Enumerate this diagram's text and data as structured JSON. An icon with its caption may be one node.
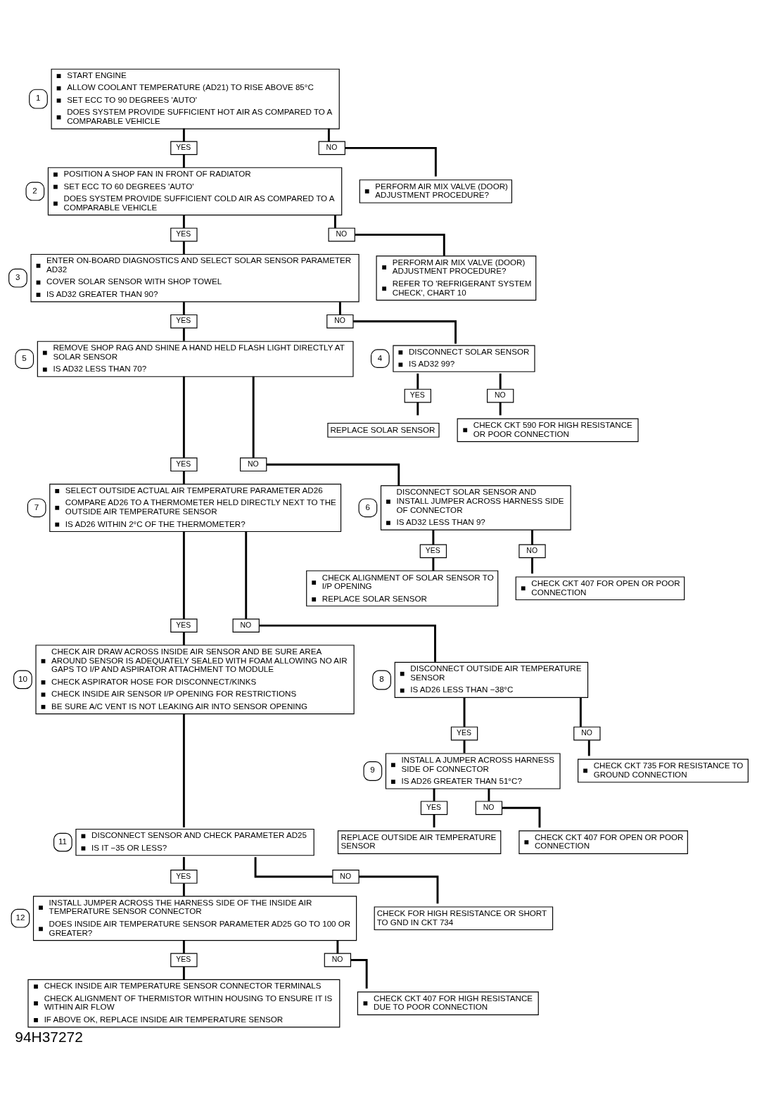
{
  "diagram": {
    "caption": "94H37272",
    "nodes": [
      {
        "text": [
          "START ENGINE",
          "ALLOW COOLANT TEMPERATURE (AD21) TO RISE ABOVE 85°C",
          "SET ECC TO 90 DEGREES 'AUTO'",
          "DOES SYSTEM PROVIDE SUFFICIENT HOT AIR AS COMPARED TO A COMPARABLE VEHICLE"
        ],
        "beside": [
          "1"
        ]
      },
      {
        "text": [
          "YES"
        ]
      },
      {
        "text": [
          "NO"
        ]
      },
      {
        "text": [
          "POSITION A SHOP FAN IN FRONT OF RADIATOR",
          "SET ECC TO 60 DEGREES 'AUTO'",
          "DOES SYSTEM PROVIDE SUFFICIENT COLD AIR AS COMPARED TO A COMPARABLE VEHICLE"
        ],
        "beside": [
          "2"
        ]
      },
      {
        "text": [
          "PERFORM AIR MIX VALVE (DOOR) ADJUSTMENT PROCEDURE?"
        ]
      },
      {
        "text": [
          "YES"
        ]
      },
      {
        "text": [
          "NO"
        ]
      },
      {
        "text": [
          "ENTER ON-BOARD DIAGNOSTICS AND SELECT SOLAR SENSOR PARAMETER AD32",
          "COVER SOLAR SENSOR WITH SHOP TOWEL",
          "IS AD32 GREATER THAN 90?"
        ],
        "beside": [
          "3"
        ]
      },
      {
        "text": [
          "PERFORM AIR MIX VALVE (DOOR) ADJUSTMENT PROCEDURE?",
          "REFER TO 'REFRIGERANT SYSTEM CHECK', CHART 10"
        ]
      },
      {
        "text": [
          "YES"
        ]
      },
      {
        "text": [
          "NO"
        ]
      },
      {
        "text": [
          "REMOVE SHOP RAG AND SHINE A HAND HELD FLASH LIGHT DIRECTLY AT SOLAR SENSOR",
          "IS AD32 LESS THAN 70?"
        ],
        "beside": [
          "5"
        ]
      },
      {
        "text": [
          "DISCONNECT SOLAR SENSOR",
          "IS AD32 99?"
        ],
        "beside": [
          "4"
        ]
      },
      {
        "text": [
          "YES"
        ]
      },
      {
        "text": [
          "NO"
        ]
      },
      {
        "text": [
          "REPLACE SOLAR SENSOR"
        ]
      },
      {
        "text": [
          "CHECK CKT 590 FOR HIGH RESISTANCE OR POOR CONNECTION"
        ]
      },
      {
        "text": [
          "YES"
        ]
      },
      {
        "text": [
          "NO"
        ]
      },
      {
        "text": [
          "SELECT OUTSIDE ACTUAL AIR TEMPERATURE PARAMETER AD26",
          "COMPARE AD26 TO A THERMOMETER HELD DIRECTLY NEXT TO THE OUTSIDE AIR TEMPERATURE SENSOR",
          "IS AD26 WITHIN 2°C OF THE THERMOMETER?"
        ],
        "beside": [
          "7"
        ]
      },
      {
        "text": [
          "DISCONNECT SOLAR SENSOR AND INSTALL JUMPER ACROSS HARNESS SIDE OF CONNECTOR",
          "IS AD32 LESS THAN 9?"
        ],
        "beside": [
          "6"
        ]
      },
      {
        "text": [
          "YES"
        ]
      },
      {
        "text": [
          "NO"
        ]
      },
      {
        "text": [
          "CHECK ALIGNMENT OF SOLAR SENSOR TO I/P OPENING",
          "REPLACE SOLAR SENSOR"
        ]
      },
      {
        "text": [
          "CHECK CKT 407 FOR OPEN OR POOR CONNECTION"
        ]
      },
      {
        "text": [
          "YES"
        ]
      },
      {
        "text": [
          "NO"
        ]
      },
      {
        "text": [
          "CHECK AIR DRAW ACROSS INSIDE AIR SENSOR AND BE SURE AREA AROUND SENSOR IS ADEQUATELY SEALED WITH FOAM ALLOWING NO AIR GAPS TO I/P AND ASPIRATOR ATTACHMENT TO MODULE",
          "CHECK ASPIRATOR HOSE FOR DISCONNECT/KINKS",
          "CHECK INSIDE AIR SENSOR I/P OPENING FOR RESTRICTIONS",
          "BE SURE A/C VENT IS NOT LEAKING AIR INTO SENSOR OPENING"
        ],
        "beside": [
          "10"
        ]
      },
      {
        "text": [
          "DISCONNECT OUTSIDE AIR TEMPERATURE SENSOR",
          "IS AD26 LESS THAN −38°C"
        ],
        "beside": [
          "8"
        ]
      },
      {
        "text": [
          "YES"
        ]
      },
      {
        "text": [
          "NO"
        ]
      },
      {
        "text": [
          "INSTALL A JUMPER ACROSS HARNESS SIDE OF CONNECTOR",
          "IS AD26 GREATER THAN 51°C?"
        ],
        "beside": [
          "9"
        ]
      },
      {
        "text": [
          "CHECK CKT 735 FOR RESISTANCE TO GROUND CONNECTION"
        ]
      },
      {
        "text": [
          "YES"
        ]
      },
      {
        "text": [
          "NO"
        ]
      },
      {
        "text": [
          "DISCONNECT SENSOR AND CHECK PARAMETER AD25",
          "IS IT −35 OR LESS?"
        ],
        "beside": [
          "11"
        ]
      },
      {
        "text": [
          "REPLACE OUTSIDE AIR TEMPERATURE SENSOR"
        ]
      },
      {
        "text": [
          "CHECK CKT 407 FOR OPEN OR POOR CONNECTION"
        ]
      },
      {
        "text": [
          "YES"
        ]
      },
      {
        "text": [
          "NO"
        ]
      },
      {
        "text": [
          "INSTALL JUMPER ACROSS THE HARNESS SIDE OF THE INSIDE AIR TEMPERATURE SENSOR CONNECTOR",
          "DOES INSIDE AIR TEMPERATURE SENSOR PARAMETER AD25 GO TO 100 OR GREATER?"
        ],
        "beside": [
          "12"
        ]
      },
      {
        "text": [
          "CHECK FOR HIGH RESISTANCE OR SHORT TO GND IN CKT 734"
        ]
      },
      {
        "text": [
          "YES"
        ]
      },
      {
        "text": [
          "NO"
        ]
      },
      {
        "text": [
          "CHECK INSIDE AIR TEMPERATURE SENSOR CONNECTOR TERMINALS",
          "CHECK ALIGNMENT OF THERMISTOR WITHIN HOUSING TO ENSURE IT IS WITHIN AIR FLOW",
          "IF ABOVE OK, REPLACE INSIDE AIR TEMPERATURE SENSOR"
        ]
      },
      {
        "text": [
          "CHECK CKT 407 FOR HIGH RESISTANCE DUE TO POOR CONNECTION"
        ]
      }
    ],
    "edges": [
      {
        "from": 0,
        "to": 1,
        "arrow": "none"
      },
      {
        "from": 0,
        "to": 2,
        "arrow": "none"
      },
      {
        "from": 1,
        "to": 3,
        "arrow": "none"
      },
      {
        "from": 2,
        "to": 4,
        "arrow": "none"
      },
      {
        "from": 3,
        "to": 5,
        "arrow": "none"
      },
      {
        "from": 3,
        "to": 6,
        "arrow": "none"
      },
      {
        "from": 5,
        "to": 7,
        "arrow": "none"
      },
      {
        "from": 6,
        "to": 8,
        "arrow": "none"
      },
      {
        "from": 7,
        "to": 9,
        "arrow": "none"
      },
      {
        "from": 7,
        "to": 10,
        "arrow": "none"
      },
      {
        "from": 9,
        "to": 11,
        "arrow": "none"
      },
      {
        "from": 10,
        "to": 12,
        "arrow": "none"
      },
      {
        "from": 12,
        "to": 13,
        "arrow": "none"
      },
      {
        "from": 12,
        "to": 14,
        "arrow": "none"
      },
      {
        "from": 13,
        "to": 15,
        "arrow": "none"
      },
      {
        "from": 14,
        "to": 16,
        "arrow": "none"
      },
      {
        "from": 11,
        "to": 17,
        "arrow": "none"
      },
      {
        "from": 11,
        "to": 18,
        "arrow": "none"
      },
      {
        "from": 17,
        "to": 19,
        "arrow": "none"
      },
      {
        "from": 18,
        "to": 20,
        "arrow": "none"
      },
      {
        "from": 20,
        "to": 21,
        "arrow": "none"
      },
      {
        "from": 20,
        "to": 22,
        "arrow": "none"
      },
      {
        "from": 21,
        "to": 23,
        "arrow": "none"
      },
      {
        "from": 22,
        "to": 24,
        "arrow": "none"
      },
      {
        "from": 19,
        "to": 25,
        "arrow": "none"
      },
      {
        "from": 19,
        "to": 26,
        "arrow": "none"
      },
      {
        "from": 25,
        "to": 27,
        "arrow": "none"
      },
      {
        "from": 26,
        "to": 28,
        "arrow": "none"
      },
      {
        "from": 28,
        "to": 29,
        "arrow": "none"
      },
      {
        "from": 28,
        "to": 30,
        "arrow": "none"
      },
      {
        "from": 29,
        "to": 31,
        "arrow": "none"
      },
      {
        "from": 30,
        "to": 32,
        "arrow": "none"
      },
      {
        "from": 31,
        "to": 33,
        "arrow": "none"
      },
      {
        "from": 31,
        "to": 34,
        "arrow": "none"
      },
      {
        "from": 33,
        "to": 36,
        "arrow": "none"
      },
      {
        "from": 34,
        "to": 37,
        "arrow": "none"
      },
      {
        "from": 27,
        "to": 35,
        "arrow": "none"
      },
      {
        "from": 35,
        "to": 38,
        "arrow": "none"
      },
      {
        "from": 35,
        "to": 39,
        "arrow": "none"
      },
      {
        "from": 38,
        "to": 40,
        "arrow": "none"
      },
      {
        "from": 39,
        "to": 41,
        "arrow": "none"
      },
      {
        "from": 40,
        "to": 42,
        "arrow": "none"
      },
      {
        "from": 40,
        "to": 43,
        "arrow": "none"
      },
      {
        "from": 42,
        "to": 44,
        "arrow": "none"
      },
      {
        "from": 43,
        "to": 45,
        "arrow": "none"
      }
    ]
  }
}
